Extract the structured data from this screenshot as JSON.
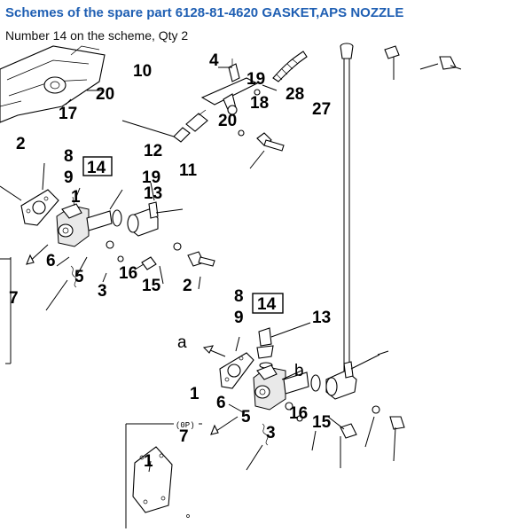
{
  "header": {
    "title": "Schemes of the spare part 6128-81-4620 GASKET,APS NOZZLE",
    "subtitle": "Number 14 on the scheme, Qty 2"
  },
  "colors": {
    "title": "#1f5fb3",
    "drawing": "#000000"
  },
  "scheme": {
    "labels": {
      "l10": "10",
      "l4": "4",
      "l19a": "19",
      "l28": "28",
      "l27": "27",
      "l20a": "20",
      "l17": "17",
      "l20b": "20",
      "l18": "18",
      "l2a": "2",
      "l12": "12",
      "l8a": "8",
      "l14a": "14",
      "l9a": "9",
      "l11": "11",
      "l19b": "19",
      "l13a": "13",
      "l1a": "1",
      "l6a": "6",
      "l5a": "5",
      "l7a": "7",
      "l3a": "3",
      "l16a": "16",
      "l15a": "15",
      "l2b": "2",
      "l8b": "8",
      "l14b": "14",
      "l9b": "9",
      "l13b": "13",
      "la": "a",
      "lb": "b",
      "l1b": "1",
      "l6b": "6",
      "l5b": "5",
      "l16b": "16",
      "l15b": "15",
      "l3b": "3",
      "l7b": "7",
      "l1c": "1",
      "op": "(0P)"
    }
  }
}
